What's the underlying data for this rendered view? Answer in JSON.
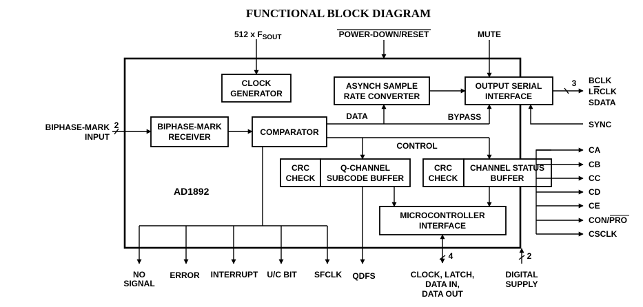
{
  "title": "FUNCTIONAL BLOCK DIAGRAM",
  "chip_name": "AD1892",
  "blocks": {
    "clock_generator": [
      "CLOCK",
      "GENERATOR"
    ],
    "asynch_src": [
      "ASYNCH SAMPLE",
      "RATE CONVERTER"
    ],
    "output_serial": [
      "OUTPUT SERIAL",
      "INTERFACE"
    ],
    "biphase_receiver": [
      "BIPHASE-MARK",
      "RECEIVER"
    ],
    "comparator": "COMPARATOR",
    "crc_check_q": [
      "CRC",
      "CHECK"
    ],
    "q_channel": [
      "Q-CHANNEL",
      "SUBCODE BUFFER"
    ],
    "crc_check_cs": [
      "CRC",
      "CHECK"
    ],
    "channel_status": [
      "CHANNEL STATUS",
      "BUFFER"
    ],
    "microcontroller": [
      "MICROCONTROLLER",
      "INTERFACE"
    ]
  },
  "signals": {
    "fsout_512_prefix": "512 x F",
    "fsout_512_sub": "SOUT",
    "power_down_reset": "POWER-DOWN/RESET",
    "mute": "MUTE",
    "biphase_input": [
      "BIPHASE-MARK",
      "INPUT"
    ],
    "biphase_input_count": "2",
    "data": "DATA",
    "bypass": "BYPASS",
    "control": "CONTROL",
    "serial_out_count": "3",
    "bclk": "BCLK",
    "lrclk_l": "L",
    "lrclk_r": "R",
    "lrclk_clk": "CLK",
    "sdata": "SDATA",
    "sync": "SYNC",
    "ca": "CA",
    "cb": "CB",
    "cc": "CC",
    "cd": "CD",
    "ce": "CE",
    "con_pro_a": "CON/",
    "con_pro_b": "PRO",
    "csclk": "CSCLK",
    "no_signal": [
      "NO",
      "SIGNAL"
    ],
    "error": "ERROR",
    "interrupt": "INTERRUPT",
    "uc_bit": "U/C BIT",
    "sfclk": "SFCLK",
    "qdfs": "QDFS",
    "micro_io": [
      "CLOCK, LATCH,",
      "DATA IN,",
      "DATA OUT"
    ],
    "micro_io_count": "4",
    "digital_supply": [
      "DIGITAL",
      "SUPPLY"
    ],
    "digital_supply_count": "2"
  }
}
